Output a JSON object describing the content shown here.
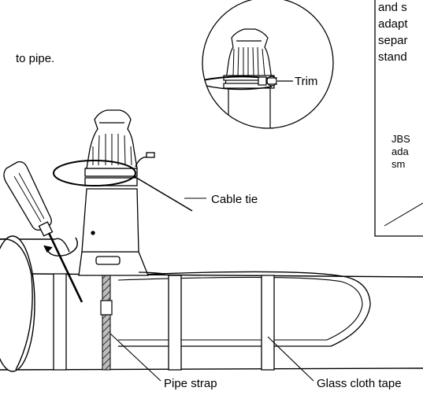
{
  "instructions": {
    "text_fragment": "to pipe."
  },
  "callouts": {
    "trim": "Trim",
    "cable_tie": "Cable tie",
    "pipe_strap": "Pipe strap",
    "glass_cloth_tape": "Glass cloth tape"
  },
  "note_box": {
    "lines_top": [
      "and s",
      "adapt",
      "separ",
      "stand"
    ],
    "lines_bottom": [
      "JBS",
      "ada",
      "sm"
    ]
  },
  "colors": {
    "line": "#000000",
    "background": "#ffffff",
    "strap_fill": "#8a8a8a"
  },
  "icons": {
    "rotation_arrow": "curved-arrow-icon",
    "screwdriver": "screwdriver-icon"
  }
}
